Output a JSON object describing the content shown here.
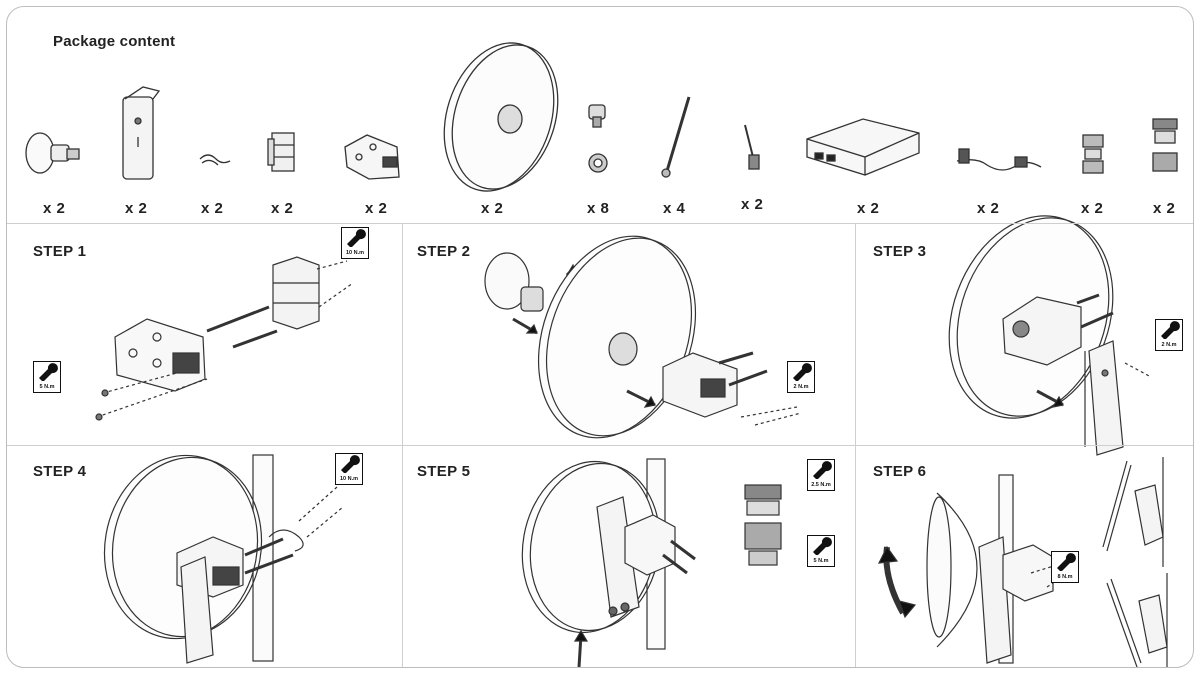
{
  "package": {
    "title": "Package content",
    "items": [
      {
        "name": "feed-horn",
        "qty": "x 2"
      },
      {
        "name": "radio-unit",
        "qty": "x 2"
      },
      {
        "name": "strap",
        "qty": "x 2"
      },
      {
        "name": "pole-clamp",
        "qty": "x 2"
      },
      {
        "name": "bracket",
        "qty": "x 2"
      },
      {
        "name": "dish-reflector",
        "qty": "x 2"
      },
      {
        "name": "screws-nuts",
        "qty": "x 8"
      },
      {
        "name": "long-bolt",
        "qty": "x 4"
      },
      {
        "name": "grounding-screw",
        "qty": "x 2"
      },
      {
        "name": "poe-injector",
        "qty": "x 2"
      },
      {
        "name": "power-cord",
        "qty": "x 2"
      },
      {
        "name": "cable-gland-a",
        "qty": "x 2"
      },
      {
        "name": "cable-gland-b",
        "qty": "x 2"
      }
    ]
  },
  "steps": [
    {
      "label": "STEP 1",
      "torques": [
        "10 N.m",
        "5 N.m"
      ]
    },
    {
      "label": "STEP 2",
      "torques": [
        "2 N.m"
      ]
    },
    {
      "label": "STEP 3",
      "torques": [
        "2 N.m"
      ]
    },
    {
      "label": "STEP 4",
      "torques": [
        "10 N.m"
      ]
    },
    {
      "label": "STEP 5",
      "torques": [
        "2.5 N.m",
        "5 N.m"
      ]
    },
    {
      "label": "STEP 6",
      "torques": [
        "8 N.m"
      ]
    }
  ]
}
